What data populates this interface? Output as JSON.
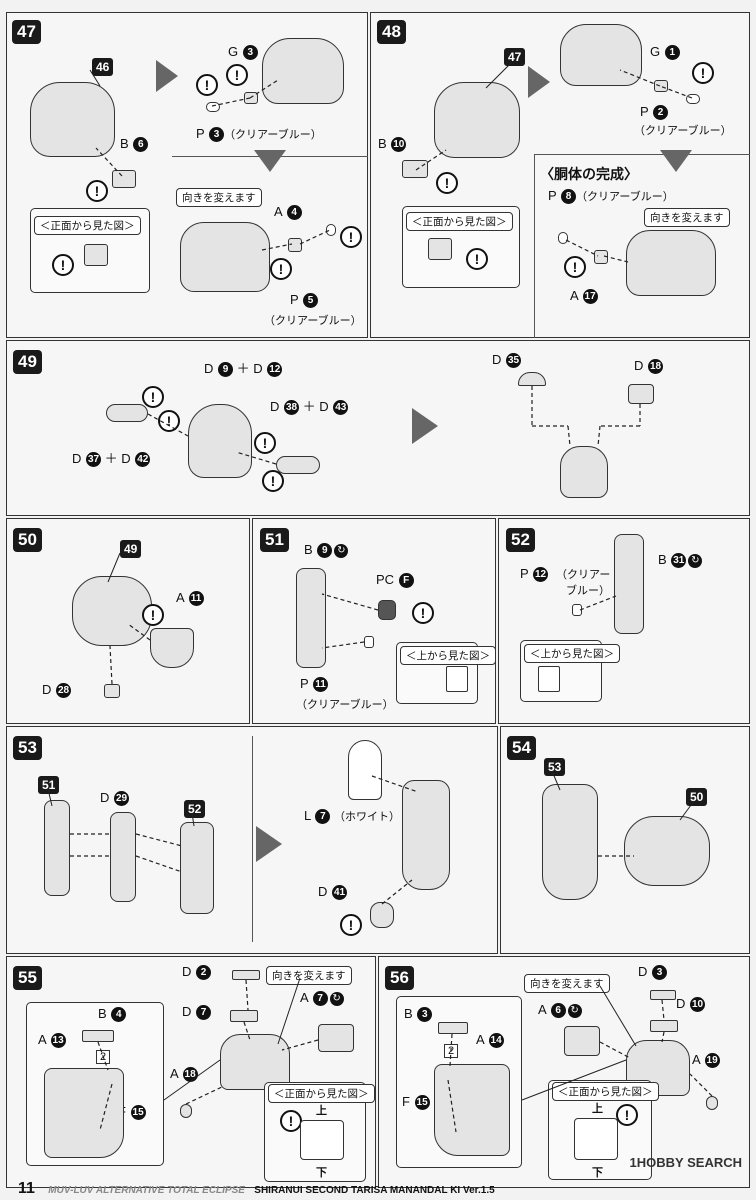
{
  "common": {
    "clear_blue": "（クリアーブルー）",
    "front_view": "＜正面から見た図＞",
    "top_view": "＜上から見た図＞",
    "turn_around": "向きを変えます",
    "warn": "!"
  },
  "steps": {
    "s47": {
      "number": "47",
      "ref_main": "46",
      "b": "B",
      "b_num": "6",
      "g": "G",
      "g_num": "3",
      "p": "P",
      "p_num": "3",
      "a": "A",
      "a_num": "4",
      "p2": "P",
      "p2_num": "5"
    },
    "s48": {
      "number": "48",
      "ref_main": "47",
      "b": "B",
      "b_num": "10",
      "g": "G",
      "g_num": "1",
      "p": "P",
      "p_num": "2",
      "heading": "〈胴体の完成〉",
      "p3": "P",
      "p3_num": "8",
      "a": "A",
      "a_num": "17"
    },
    "s49": {
      "number": "49",
      "d1": "D",
      "d1_num": "9",
      "d2": "D",
      "d2_num": "12",
      "d3": "D",
      "d3_num": "38",
      "d4": "D",
      "d4_num": "43",
      "d5": "D",
      "d5_num": "37",
      "d6": "D",
      "d6_num": "42",
      "d7": "D",
      "d7_num": "35",
      "d8": "D",
      "d8_num": "18",
      "plus": "＋"
    },
    "s50": {
      "number": "50",
      "ref_main": "49",
      "a": "A",
      "a_num": "11",
      "d": "D",
      "d_num": "28"
    },
    "s51": {
      "number": "51",
      "b": "B",
      "b_num": "9",
      "pc": "PC",
      "pc_letter": "F",
      "p": "P",
      "p_num": "11"
    },
    "s52": {
      "number": "52",
      "p": "P",
      "p_num": "12",
      "p_note1": "（クリアー",
      "p_note2": "ブルー）",
      "b": "B",
      "b_num": "31"
    },
    "s53": {
      "number": "53",
      "ref_a": "51",
      "ref_b": "52",
      "d": "D",
      "d_num": "29",
      "l": "L",
      "l_num": "7",
      "l_note": "（ホワイト）",
      "d2": "D",
      "d2_num": "41"
    },
    "s54": {
      "number": "54",
      "ref_a": "53",
      "ref_b": "50"
    },
    "s55": {
      "number": "55",
      "d1": "D",
      "d1_num": "2",
      "d2": "D",
      "d2_num": "7",
      "a1": "A",
      "a1_num": "7",
      "b": "B",
      "b_num": "4",
      "a2": "A",
      "a2_num": "13",
      "f": "F",
      "f_num": "15",
      "a3": "A",
      "a3_num": "18",
      "order1": "1",
      "order2": "2",
      "top": "上",
      "bottom": "下"
    },
    "s56": {
      "number": "56",
      "b": "B",
      "b_num": "3",
      "a1": "A",
      "a1_num": "14",
      "a2": "A",
      "a2_num": "6",
      "d1": "D",
      "d1_num": "3",
      "d2": "D",
      "d2_num": "10",
      "a3": "A",
      "a3_num": "19",
      "f": "F",
      "f_num": "15",
      "order1": "1",
      "order2": "2",
      "top": "上",
      "bottom": "下"
    }
  },
  "footer": {
    "page": "11",
    "series": "MUV-LUV ALTERNATIVE TOTAL ECLIPSE",
    "title": "SHIRANUI SECOND TARISA MANANDAL KI Ver.1.5"
  },
  "watermark": "1HOBBY SEARCH"
}
